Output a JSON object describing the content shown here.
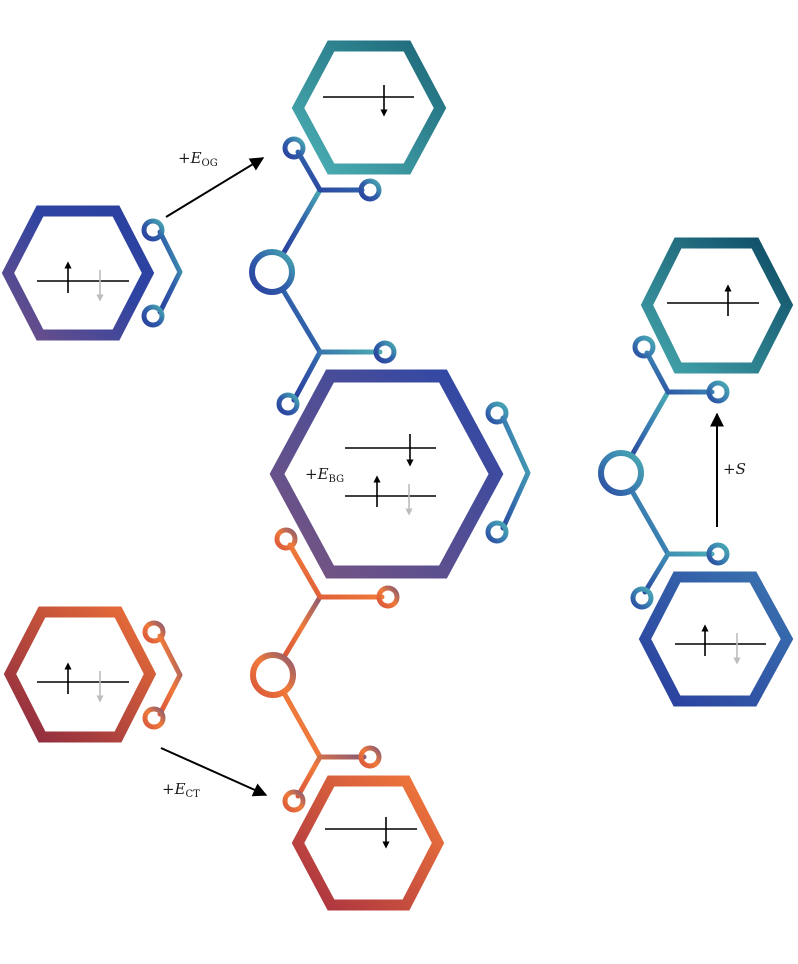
{
  "labels": {
    "e_og": "+E",
    "e_og_sub": "OG",
    "e_bg": "+E",
    "e_bg_sub": "BG",
    "e_ct": "+E",
    "e_ct_sub": "CT",
    "s": "+S"
  },
  "colors": {
    "blue_dark": "#2a3f9e",
    "blue_mid": "#3762ac",
    "purple": "#6e4f86",
    "teal_light": "#4aabb2",
    "teal_dark": "#1f6e80",
    "teal_deep": "#0f4d66",
    "orange": "#f07a3a",
    "orange_red": "#d8553a",
    "crimson": "#8c2a3c",
    "mauve": "#8a5a72",
    "spin_up": "#000000",
    "spin_faded": "#bdbdbd"
  },
  "nodes": [
    {
      "name": "central-hexagon",
      "levels": [
        "down",
        "up-faded"
      ]
    },
    {
      "name": "hexagon-top-left",
      "levels": [
        "up-faded"
      ]
    },
    {
      "name": "hexagon-top",
      "levels": [
        "down"
      ]
    },
    {
      "name": "hexagon-right-top",
      "levels": [
        "up"
      ]
    },
    {
      "name": "hexagon-right-bottom",
      "levels": [
        "up-faded"
      ]
    },
    {
      "name": "hexagon-bottom-left",
      "levels": [
        "up-faded"
      ]
    },
    {
      "name": "hexagon-bottom",
      "levels": [
        "down"
      ]
    }
  ]
}
